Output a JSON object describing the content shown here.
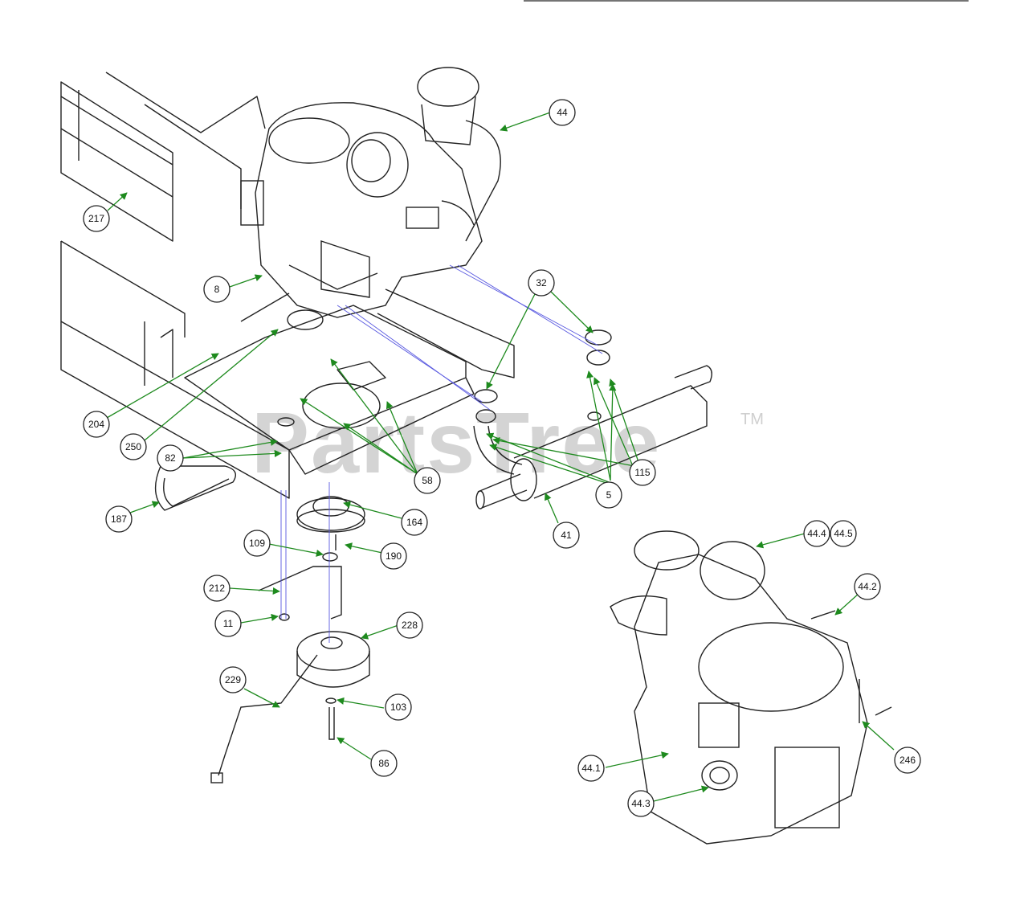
{
  "watermark": {
    "text": "PartsTree",
    "trademark": "TM"
  },
  "colors": {
    "leader": "#1e8a1e",
    "outline": "#222222",
    "guide": "#5a5ae0"
  },
  "callouts": [
    {
      "id": "c44",
      "label": "44"
    },
    {
      "id": "c217",
      "label": "217"
    },
    {
      "id": "c8",
      "label": "8"
    },
    {
      "id": "c32",
      "label": "32"
    },
    {
      "id": "c204",
      "label": "204"
    },
    {
      "id": "c250",
      "label": "250"
    },
    {
      "id": "c82",
      "label": "82"
    },
    {
      "id": "c58",
      "label": "58"
    },
    {
      "id": "c115",
      "label": "115"
    },
    {
      "id": "c5",
      "label": "5"
    },
    {
      "id": "c187",
      "label": "187"
    },
    {
      "id": "c164",
      "label": "164"
    },
    {
      "id": "c41",
      "label": "41"
    },
    {
      "id": "c109",
      "label": "109"
    },
    {
      "id": "c190",
      "label": "190"
    },
    {
      "id": "c212",
      "label": "212"
    },
    {
      "id": "c11",
      "label": "11"
    },
    {
      "id": "c228",
      "label": "228"
    },
    {
      "id": "c229",
      "label": "229"
    },
    {
      "id": "c103",
      "label": "103"
    },
    {
      "id": "c86",
      "label": "86"
    },
    {
      "id": "c44_4",
      "label": "44.4"
    },
    {
      "id": "c44_5",
      "label": "44.5"
    },
    {
      "id": "c44_2",
      "label": "44.2"
    },
    {
      "id": "c44_1",
      "label": "44.1"
    },
    {
      "id": "c44_3",
      "label": "44.3"
    },
    {
      "id": "c246",
      "label": "246"
    }
  ]
}
